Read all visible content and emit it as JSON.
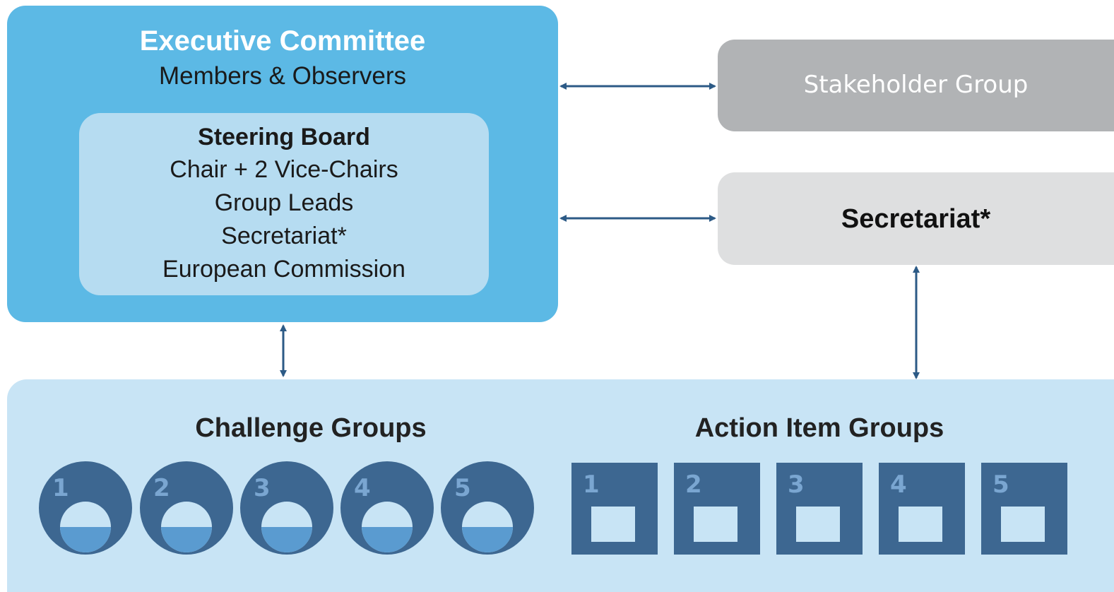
{
  "executive_committee": {
    "title": "Executive Committee",
    "subtitle": "Members & Observers"
  },
  "steering_board": {
    "title": "Steering Board",
    "lines": [
      "Chair + 2 Vice-Chairs",
      "Group Leads",
      "Secretariat*",
      "European Commission"
    ]
  },
  "stakeholder_group": {
    "label": "Stakeholder Group"
  },
  "secretariat": {
    "label": "Secretariat*"
  },
  "challenge_groups": {
    "title": "Challenge Groups",
    "numbers": [
      "1",
      "2",
      "3",
      "4",
      "5"
    ]
  },
  "action_item_groups": {
    "title": "Action Item Groups",
    "numbers": [
      "1",
      "2",
      "3",
      "4",
      "5"
    ]
  },
  "colors": {
    "executive": "#5cb9e5",
    "steering": "#b6dcf1",
    "stakeholder": "#b1b3b5",
    "secretariat": "#dedfe0",
    "groups_panel": "#c8e4f5",
    "icon_dark": "#3d6791",
    "icon_water": "#5a9bd0",
    "arrow": "#2c5a86"
  }
}
